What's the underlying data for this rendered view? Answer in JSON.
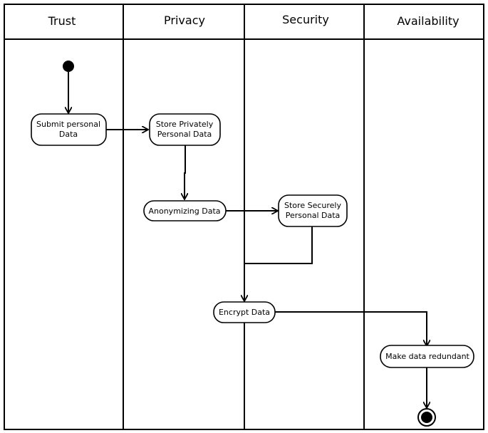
{
  "lanes": [
    "Trust",
    "Privacy",
    "Security",
    "Availability"
  ],
  "nodes": {
    "submit": [
      "Submit personal",
      "Data"
    ],
    "store_privately": [
      "Store Privately",
      "Personal Data"
    ],
    "anonymizing": [
      "Anonymizing Data"
    ],
    "store_securely": [
      "Store Securely",
      "Personal Data"
    ],
    "encrypt": [
      "Encrypt Data"
    ],
    "redundant": [
      "Make data redundant"
    ]
  }
}
